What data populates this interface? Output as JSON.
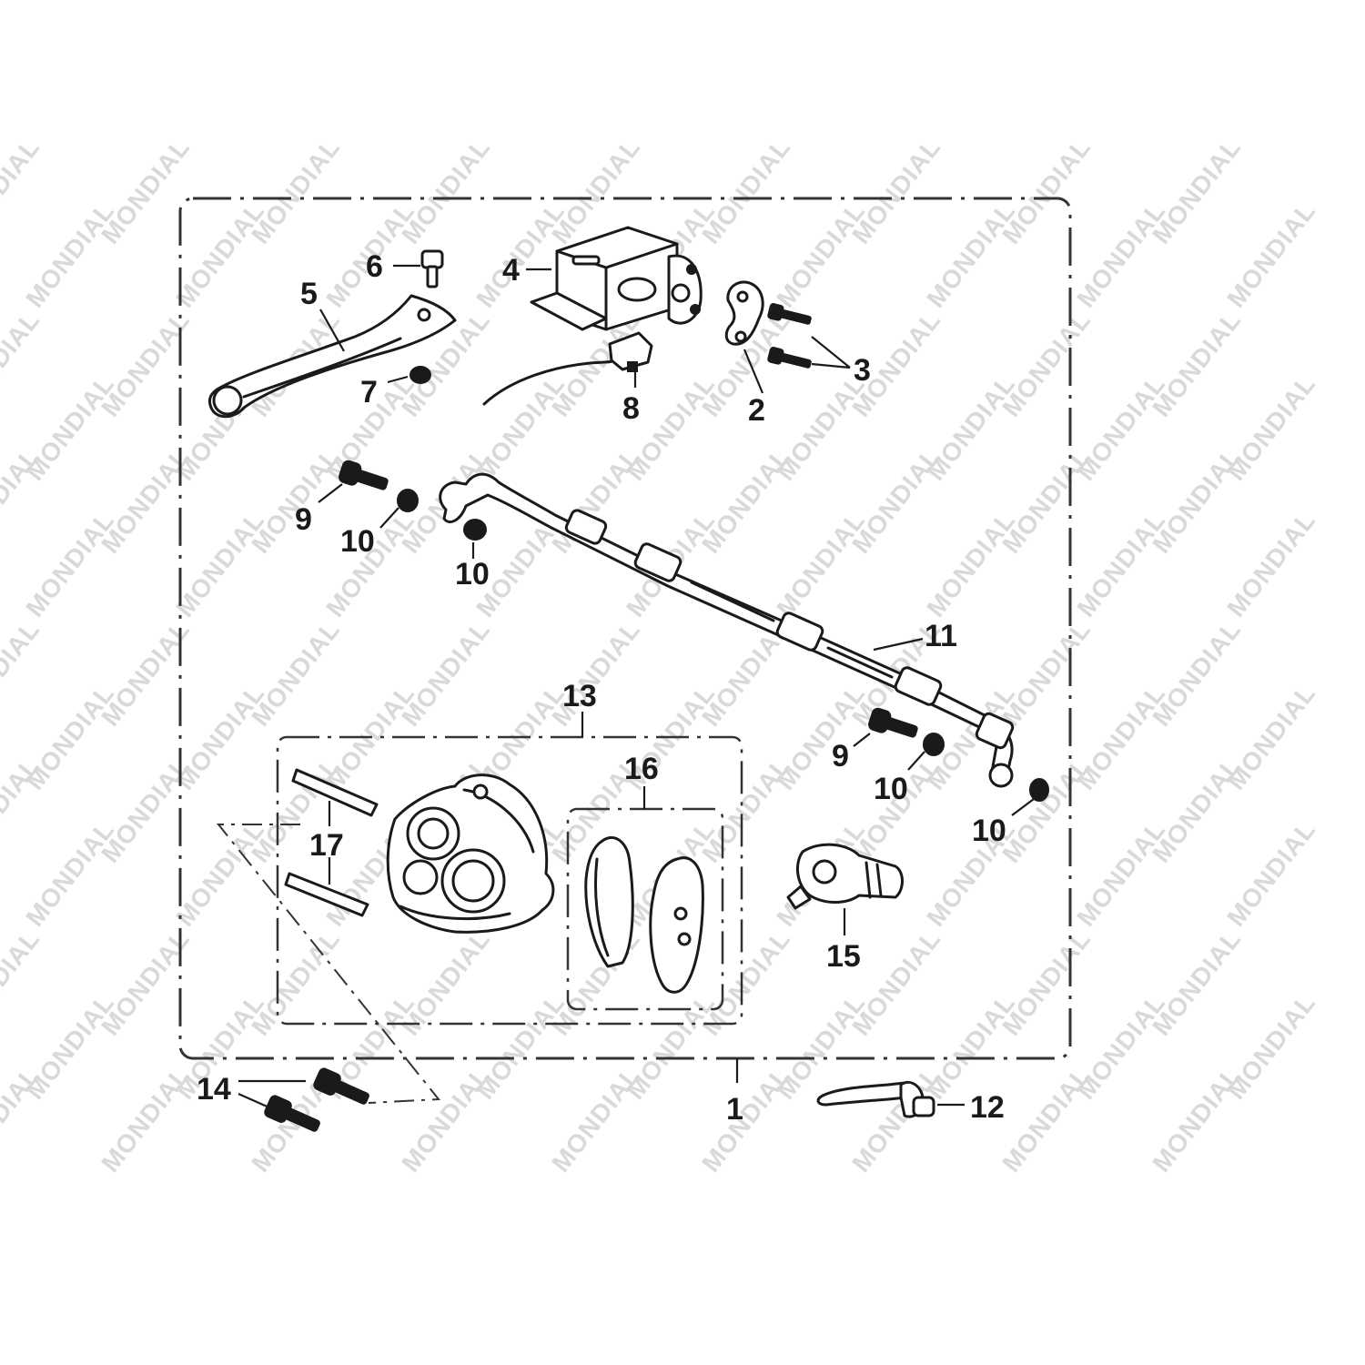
{
  "watermark": {
    "text": "MONDIAL"
  },
  "callouts": {
    "c1": "1",
    "c2": "2",
    "c3": "3",
    "c4": "4",
    "c5": "5",
    "c6": "6",
    "c7": "7",
    "c8": "8",
    "c9a": "9",
    "c9b": "9",
    "c10a": "10",
    "c10b": "10",
    "c10c": "10",
    "c10d": "10",
    "c11": "11",
    "c12": "12",
    "c13": "13",
    "c14": "14",
    "c15": "15",
    "c16": "16",
    "c17": "17"
  },
  "colors": {
    "ink": "#1a1a1a",
    "watermark": "#d9d9d9",
    "background": "#ffffff"
  }
}
